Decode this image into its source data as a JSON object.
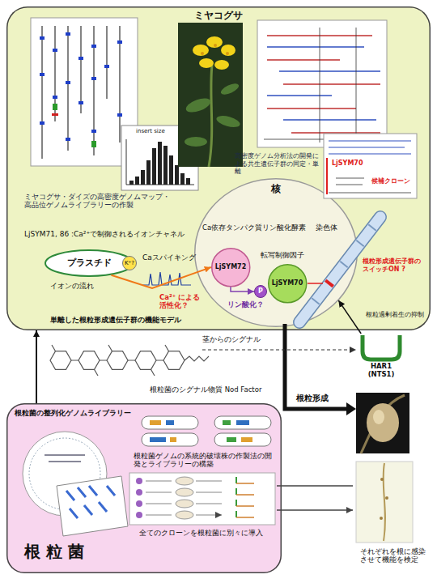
{
  "diagram": {
    "nodes": [
      {
        "text": [
          "ミヤコグサ",
          "ミヤコグサ・ダイズの高密度ゲノムマップ・高品位ゲノムライブラリーの作製",
          "高密度ゲノム分析法の開発による共生遺伝子群の同定・単離",
          "LjSYM71, 86 :Ca²⁺で制御されるイオンチャネル",
          "Caスパイキング",
          "イオンの流れ",
          "単離した根粒形成遺伝子群の機能モデル"
        ]
      },
      {
        "text": [
          "プラスチド"
        ],
        "in": 0
      },
      {
        "text": [
          "K⁺?"
        ],
        "in": 1
      },
      {
        "text": [
          "核"
        ],
        "in": 0
      },
      {
        "text": [
          "Ca依存タンパク質リン酸化酵素",
          "LjSYM72"
        ],
        "in": 3
      },
      {
        "text": [
          "P"
        ],
        "in": 3
      },
      {
        "text": [
          "転写制御因子",
          "LjSYM70"
        ],
        "in": 3
      },
      {
        "text": [
          "HAR1 (NTS1)"
        ]
      },
      {
        "text": [
          "根粒菌の整列化ゲノムライブラリー",
          "根粒菌ゲノムの系統的破壊株の作製法の開発とライブラリーの構築",
          "全てのクローンを根粒菌に別々に導入",
          "根 粒 菌"
        ]
      },
      {
        "text": [
          "候補クローン"
        ],
        "in": 0
      }
    ],
    "edges": [
      {
        "from": 8,
        "to": 0,
        "arrow": "to"
      },
      {
        "from": 1,
        "to": 4,
        "label": "Ca²⁺ による活性化？",
        "arrow": "to"
      },
      {
        "from": 4,
        "to": 5,
        "label": "リン酸化？",
        "arrow": "to"
      },
      {
        "from": 7,
        "to": 3,
        "arrow": "to"
      }
    ],
    "labels": [
      "insert size",
      "LjSYM70",
      "染色体",
      "根粒形成遺伝子群のスイッチON ?",
      "根粒過剰着生の抑制",
      "茎からのシグナル",
      "根粒菌のシグナル物質 Nod Factor",
      "根粒形成",
      "それぞれを根に感染させて機能を検定"
    ]
  }
}
